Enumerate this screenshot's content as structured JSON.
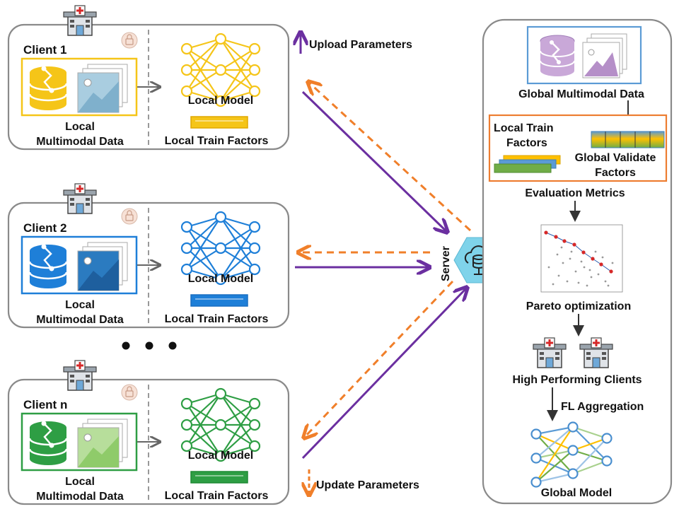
{
  "clients": [
    {
      "title": "Client 1",
      "data_label_line1": "Local",
      "data_label_line2": "Multimodal Data",
      "model_label": "Local Model",
      "factors_label": "Local Train Factors",
      "color": "#F5C518",
      "color_dark": "#E0A800",
      "photo_fill": "#A9CDE0",
      "photo_mtn": "#7FB0CC"
    },
    {
      "title": "Client 2",
      "data_label_line1": "Local",
      "data_label_line2": "Multimodal Data",
      "model_label": "Local Model",
      "factors_label": "Local Train Factors",
      "color": "#1E7FD8",
      "color_dark": "#1A6FC0",
      "photo_fill": "#2B7BC0",
      "photo_mtn": "#1E5F9E"
    },
    {
      "title": "Client n",
      "data_label_line1": "Local",
      "data_label_line2": "Multimodal Data",
      "model_label": "Local Model",
      "factors_label": "Local Train Factors",
      "color": "#2E9E44",
      "color_dark": "#1F8A35",
      "photo_fill": "#B7DE9B",
      "photo_mtn": "#8FCB6A"
    }
  ],
  "legend": {
    "upload": "Upload Parameters",
    "update": "Update Parameters"
  },
  "server_label": "Server",
  "panel": {
    "global_data": "Global Multimodal Data",
    "local_train_line1": "Local Train",
    "local_train_line2": "Factors",
    "global_validate_line1": "Global Validate",
    "global_validate_line2": "Factors",
    "evaluation": "Evaluation Metrics",
    "pareto": "Pareto optimization",
    "high_performing": "High Performing Clients",
    "fl_aggregation": "FL Aggregation",
    "global_model": "Global Model"
  },
  "colors": {
    "upload": "#6B2FA0",
    "update": "#F07F2A",
    "box_border": "#8A8A8A",
    "global_blue": "#5B9BD5",
    "global_orange": "#ED7D31",
    "pareto_red": "#D62828"
  }
}
